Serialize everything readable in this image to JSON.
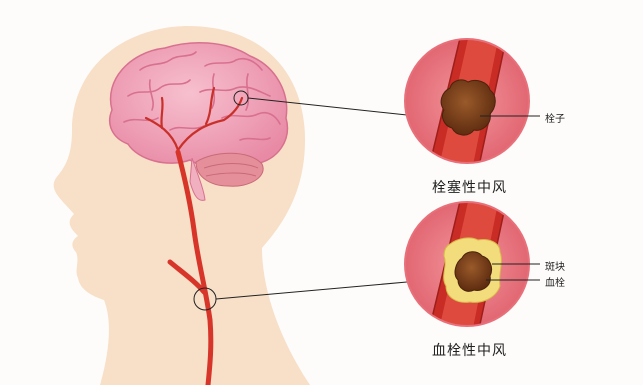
{
  "diagram": {
    "embolic": {
      "caption": "栓塞性中风",
      "label": "栓子"
    },
    "thrombotic": {
      "caption": "血栓性中风",
      "labels": [
        "斑块",
        "血栓"
      ]
    }
  },
  "colors": {
    "background": "#fdfcfa",
    "skin": "#f8dfc7",
    "brain": "#f0a0b7",
    "brain_fold": "#d8708f",
    "cerebellum": "#e58f9a",
    "artery": "#d7352a",
    "circle": "#e8707a",
    "vessel_wall": "#c92c25",
    "plaque": "#f3dc7b",
    "clot": "#7a3f1c",
    "pointer": "#222222"
  },
  "icons": [
    "brain-illustration",
    "embolus-clot",
    "plaque-deposit",
    "thrombus-clot"
  ]
}
